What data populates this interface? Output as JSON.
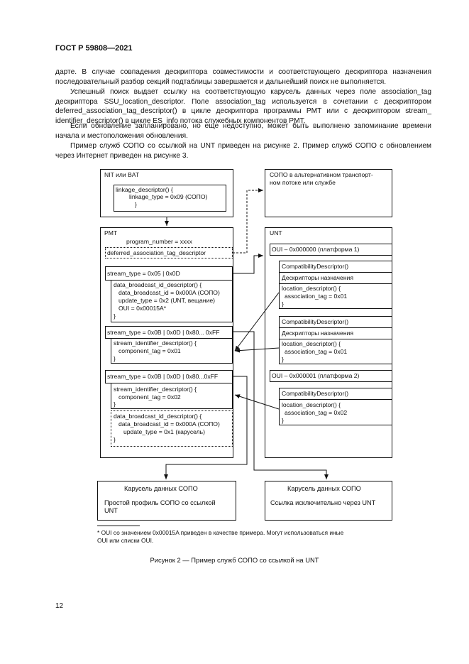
{
  "header": "ГОСТ Р 59808—2021",
  "paragraphs": [
    "дарте. В случае совпадения дескриптора совместимости и соответствующего дескриптора назначения последовательный разбор секций подтаблицы завершается и дальнейший поиск не выполняется.",
    "Успешный поиск выдает ссылку на соответствующую карусель данных через поле association_tag дескриптора SSU_location_descriptor. Поле association_tag используется в сочетании с дескриптором deferred_association_tag_descriptor() в цикле дескриптора программы PMT или с дескриптором stream_ identifier_descriptor() в цикле ES_info потока служебных компонентов PMT.",
    "Если обновление запланировано, но еще недоступно, может быть выполнено запоминание времени начала и местоположения обновления.",
    "Пример служб СОПО со ссылкой на UNT приведен на рисунке 2. Пример служб СОПО с обновлением через Интернет приведен на рисунке 3."
  ],
  "diagram": {
    "nit_title": "NIT или BAT",
    "linkage": [
      "linkage_descriptor() {",
      "linkage_type = 0x09 (СОПО)",
      "}"
    ],
    "alt_title": [
      "СОПО в альтернативном транспорт-",
      "ном потоке или службе"
    ],
    "pmt_title": "PMT",
    "program_number": "program_number = xxxx",
    "deferred": "deferred_association_tag_descriptor",
    "stream1": "stream_type = 0x05 | 0x0D",
    "dbid1": [
      "data_broadcast_id_descriptor() {",
      "data_broadcast_id = 0x000A (СОПО)",
      "update_type = 0x2 (UNT, вещание)",
      "OUI = 0x00015A*",
      "}"
    ],
    "stream2": "stream_type = 0x0B | 0x0D | 0x80... 0xFF",
    "sid2": [
      "stream_identifier_descriptor() {",
      "component_tag = 0x01",
      "}"
    ],
    "stream3": "stream_type = 0x0B | 0x0D | 0x80...0xFF",
    "sid3": [
      "stream_identifier_descriptor() {",
      "component_tag = 0x02",
      "}"
    ],
    "dbid3": [
      "data_broadcast_id_descriptor() {",
      "data_broadcast_id = 0x000A (СОПО)",
      "update_type = 0x1 (карусель)",
      "}"
    ],
    "unt_title": "UNT",
    "oui1": "OUI – 0x000000 (платформа 1)",
    "compat": "CompatibilityDescriptor()",
    "target": "Дескрипторы назначения",
    "loc1": [
      "location_descriptor() {",
      "association_tag = 0x01",
      "}"
    ],
    "loc2": [
      "location_descriptor() {",
      "association_tag = 0x01",
      "}"
    ],
    "oui2": "OUI – 0x000001 (платформа 2)",
    "loc3": [
      "location_descriptor() {",
      "association_tag = 0x02",
      "}"
    ],
    "car1_title": "Карусель данных СОПО",
    "car1_body": [
      "Простой профиль СОПО со ссылкой",
      "UNT"
    ],
    "car2_title": "Карусель данных СОПО",
    "car2_body": "Ссылка исключительно через UNT"
  },
  "footnote": [
    "* OUI со значением 0x00015A приведен в качестве примера. Могут использоваться иные",
    "OUI или списки OUI."
  ],
  "caption": "Рисунок 2 — Пример служб СОПО со ссылкой на UNT",
  "page_number": "12"
}
